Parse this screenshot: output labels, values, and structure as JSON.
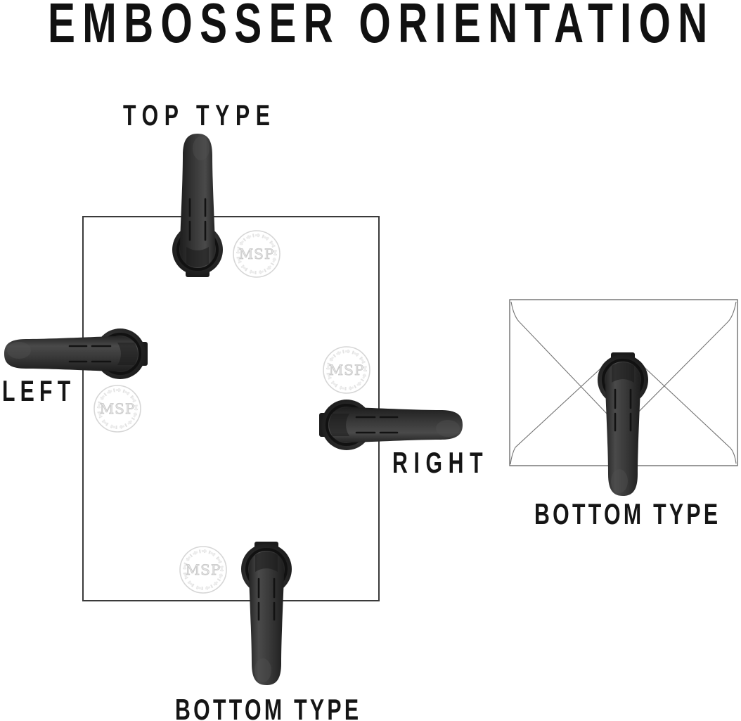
{
  "title": "EMBOSSER ORIENTATION",
  "labels": {
    "top": "TOP TYPE",
    "left": "LEFT",
    "right": "RIGHT",
    "bottom": "BOTTOM TYPE",
    "envelope": "BOTTOM TYPE"
  },
  "watermark": {
    "monogram": "MSP"
  },
  "colors": {
    "text": "#111111",
    "embosser_body": "#2e2e2e",
    "embosser_dark": "#1b1b1b",
    "paper_outline": "#3a3a3a",
    "envelope_outline": "#636363",
    "envelope_fold": "#747474",
    "watermark_gray": "#d6d6d6",
    "background": "#ffffff"
  }
}
